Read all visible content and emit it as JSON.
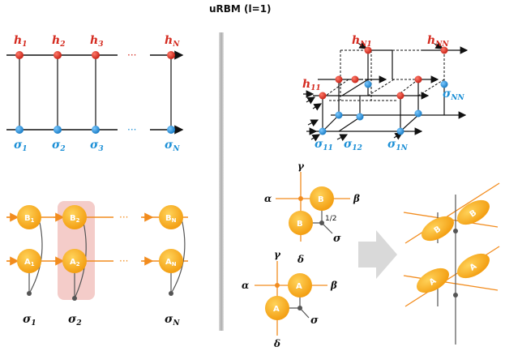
{
  "title": "uRBM (l=1)",
  "colors": {
    "hidden_red": "#d42a1f",
    "visible_blue": "#1b8fd6",
    "tensor_orange": "#f7a815",
    "line_orange": "#f28c1e",
    "highlight_pink": "#f2c3c0",
    "arrow_gray": "#d9d9d9"
  },
  "chain": {
    "h_labels": [
      "h",
      "h",
      "h",
      "h"
    ],
    "h_subs": [
      "1",
      "2",
      "3",
      "N"
    ],
    "sigma_labels": [
      "σ",
      "σ",
      "σ",
      "σ"
    ],
    "sigma_subs": [
      "1",
      "2",
      "3",
      "N"
    ],
    "ellipsis": "···"
  },
  "lattice": {
    "h_labels": [
      {
        "main": "h",
        "sub": "N1"
      },
      {
        "main": "h",
        "sub": "NN"
      },
      {
        "main": "h",
        "sub": "11"
      }
    ],
    "sigma_labels": [
      {
        "main": "σ",
        "sub": "NN"
      },
      {
        "main": "σ",
        "sub": "11"
      },
      {
        "main": "σ",
        "sub": "12"
      },
      {
        "main": "σ",
        "sub": "1N"
      }
    ]
  },
  "mps": {
    "top_nodes": [
      {
        "main": "B",
        "sub": "1"
      },
      {
        "main": "B",
        "sub": "2"
      },
      {
        "main": "B",
        "sub": "N"
      }
    ],
    "bottom_nodes": [
      {
        "main": "A",
        "sub": "1"
      },
      {
        "main": "A",
        "sub": "2"
      },
      {
        "main": "A",
        "sub": "N"
      }
    ],
    "sigma_labels": [
      {
        "main": "σ",
        "sub": "1"
      },
      {
        "main": "σ",
        "sub": "2"
      },
      {
        "main": "σ",
        "sub": "N"
      }
    ],
    "ellipsis": "···"
  },
  "pepo": {
    "upper": {
      "node_top": "B",
      "node_bottom": "B",
      "alpha": "α",
      "beta": "β",
      "gamma": "γ",
      "half": "1/2",
      "sigma": "σ"
    },
    "lower": {
      "node_right": "A",
      "node_left": "A",
      "alpha": "α",
      "beta": "β",
      "gamma": "γ",
      "delta": "δ",
      "sigma": "σ"
    }
  },
  "ellipse_labels": [
    "B",
    "B",
    "A",
    "A"
  ]
}
